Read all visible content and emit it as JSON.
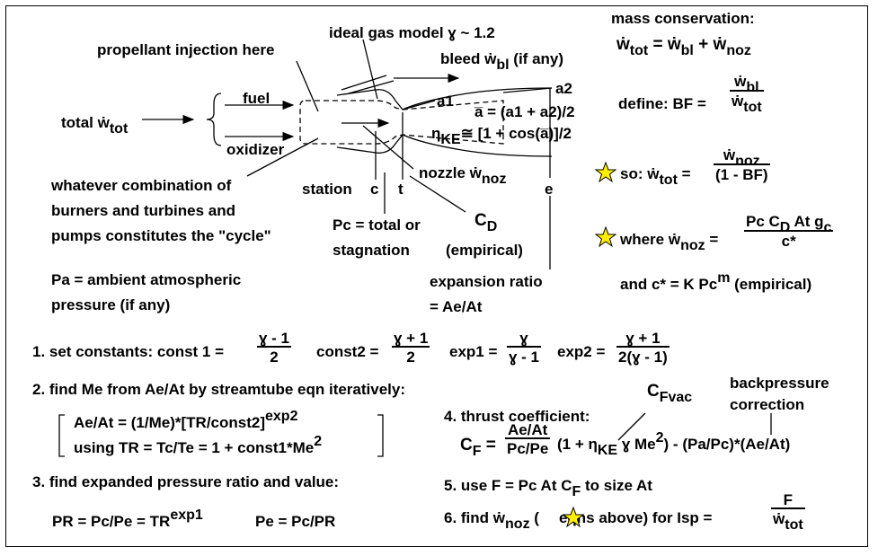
{
  "labels": {
    "propellant_injection": "propellant injection here",
    "ideal_gas": "ideal gas model ɣ ~ 1.2",
    "bleed_pre": "bleed ",
    "bleed_w": "ẇ",
    "bleed_sub": "bl",
    "bleed_post": " (if any)",
    "fuel": "fuel",
    "oxidizer": "oxidizer",
    "total_pre": "total ",
    "total_w": "ẇ",
    "total_sub": "tot",
    "a1": "a1",
    "a2": "a2",
    "abar": "a̅ = (a1 + a2)/2",
    "eta_pre": "η",
    "eta_sub": "KE",
    "eta_post": "≅ [1 + cos(a̅)]/2",
    "nozzle_pre": "nozzle ",
    "nozzle_w": "ẇ",
    "nozzle_sub": "noz",
    "cycle_note_1": "whatever combination of",
    "cycle_note_2": "burners and turbines and",
    "cycle_note_3": "pumps constitutes the \"cycle\"",
    "station": "station",
    "st_c": "c",
    "st_t": "t",
    "st_e": "e",
    "cd_main": "C",
    "cd_sub": "D",
    "cd_note": "(empirical)",
    "pc_note_1": "Pc = total or",
    "pc_note_2": "stagnation",
    "pa_note_1": "Pa = ambient atmospheric",
    "pa_note_2": "pressure (if any)",
    "exp_ratio_1": "expansion ratio",
    "exp_ratio_2": "= Ae/At"
  },
  "right": {
    "mass_cons": "mass conservation:",
    "mc_w1": "ẇ",
    "mc_tot": "tot",
    "mc_eq": " = ",
    "mc_w2": "ẇ",
    "mc_bl": "bl",
    "mc_plus": " + ",
    "mc_w3": "ẇ",
    "mc_noz": "noz",
    "define": "define:  BF = ",
    "bf_num_w": "ẇ",
    "bf_num_sub": "bl",
    "bf_den_w": "ẇ",
    "bf_den_sub": "tot",
    "so": "so:  ",
    "so_w": "ẇ",
    "so_sub": "tot",
    "so_eq": " = ",
    "so_num_w": "ẇ",
    "so_num_sub": "noz",
    "so_den": "(1 - BF)",
    "where": "where  ",
    "wh_w": "ẇ",
    "wh_sub": "noz",
    "wh_eq": " = ",
    "wh_num_a": "Pc C",
    "wh_num_d": "D",
    "wh_num_b": " At g",
    "wh_num_c": "c",
    "wh_den": "c*",
    "cstar_a": "and c* = K Pc",
    "cstar_m": "m",
    "cstar_b": "  (empirical)"
  },
  "steps": {
    "s1_a": "1. set constants:  const 1 = ",
    "s1_c1_num": "ɣ - 1",
    "s1_c1_den": "2",
    "s1_b": "const2 = ",
    "s1_c2_num": "ɣ + 1",
    "s1_c2_den": "2",
    "s1_c": "exp1 = ",
    "s1_e1_num": "ɣ",
    "s1_e1_den": "ɣ - 1",
    "s1_d": "exp2 = ",
    "s1_e2_num": "ɣ + 1",
    "s1_e2_den": "2(ɣ - 1)",
    "s2": "2. find Me from Ae/At by streamtube eqn iteratively:",
    "s2_l1": "Ae/At = (1/Me)*[TR/const2]",
    "s2_l1_sup": "exp2",
    "s2_l2": "using TR = Tc/Te = 1 + const1*Me",
    "s2_l2_sup": "2",
    "s3": "3. find expanded pressure ratio and value:",
    "s3_pr": "PR = Pc/Pe = TR",
    "s3_pr_sup": "exp1",
    "s3_pe": "Pe = Pc/PR",
    "s4": "4. thrust coefficient:",
    "cfvac_main": "C",
    "cfvac_sub": "Fvac",
    "backp_1": "backpressure",
    "backp_2": "correction",
    "cf_main": "C",
    "cf_sub": "F",
    "cf_eq": " = ",
    "cf_num": "Ae/At",
    "cf_den": "Pc/Pe",
    "cf_mid_a": " (1 + η",
    "cf_mid_sub": "KE",
    "cf_mid_b": " ɣ Me",
    "cf_mid_sup": "2",
    "cf_end": ") - (Pa/Pc)*(Ae/At)",
    "s5_a": "5. use F = Pc At C",
    "s5_sub": "F",
    "s5_b": " to size At",
    "s6_a": "6. find ",
    "s6_w": "ẇ",
    "s6_sub": "noz",
    "s6_b": " (",
    "s6_c": "eqns  above) for Isp = ",
    "isp_num": "F",
    "isp_den_w": "ẇ",
    "isp_den_sub": "tot"
  },
  "colors": {
    "star_fill": "#ffee00",
    "star_stroke": "#000000"
  }
}
